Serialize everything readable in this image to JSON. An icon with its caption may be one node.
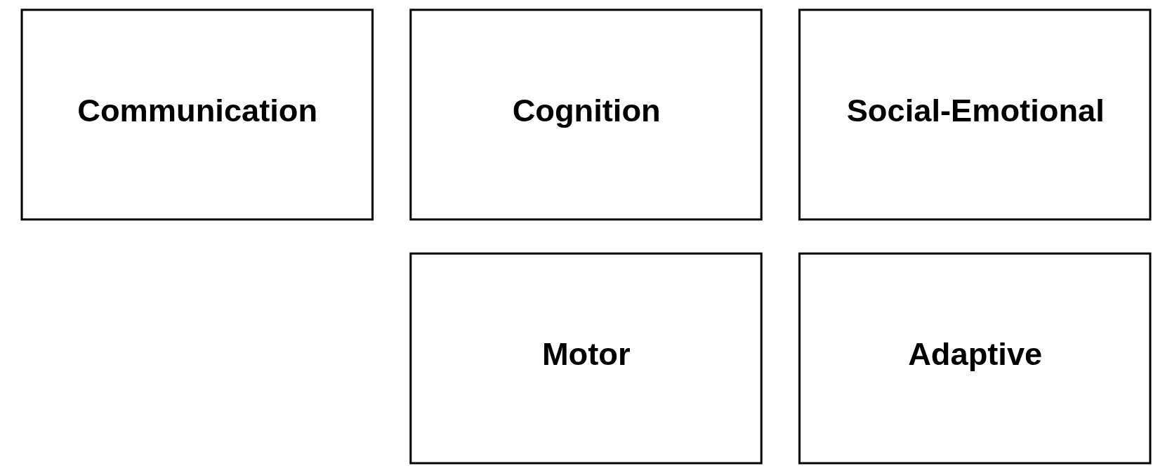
{
  "diagram": {
    "nodes": [
      {
        "text": [
          "Communication"
        ]
      },
      {
        "text": [
          "Cognition"
        ]
      },
      {
        "text": [
          "Social-Emotional"
        ]
      },
      {
        "text": [
          "Motor"
        ]
      },
      {
        "text": [
          "Adaptive"
        ]
      }
    ]
  }
}
